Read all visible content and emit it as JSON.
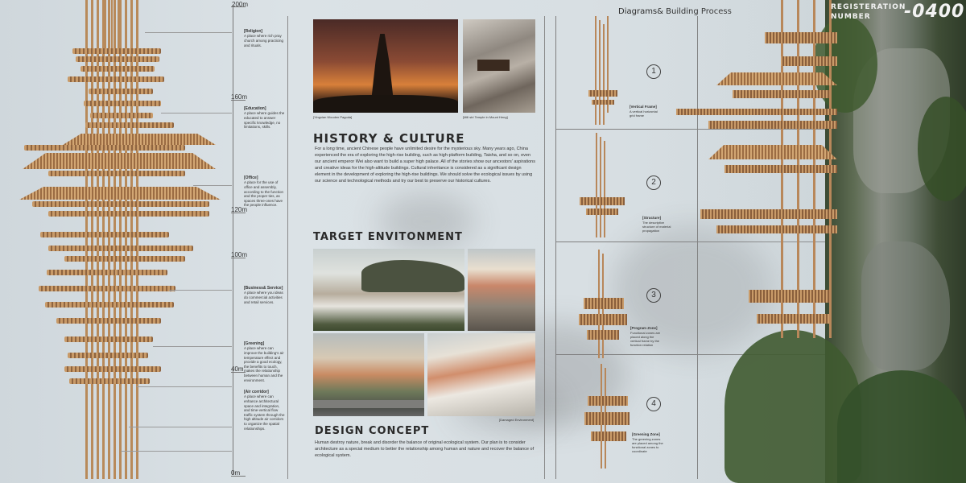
{
  "header": {
    "diagrams_title": "Diagrams& Building Process",
    "registration_label_1": "REGISTERATION",
    "registration_label_2": "NUMBER",
    "registration_number": "-0400"
  },
  "scale": {
    "ticks": [
      "200m",
      "160m",
      "120m",
      "100m",
      "40m",
      "0m"
    ]
  },
  "annotations": [
    {
      "title": "[Religion]",
      "body": "A place where rich pray church among practicing and rituals."
    },
    {
      "title": "[Education]",
      "body": "A place where guides the educated to answer specific knowledge, no limitations, skills."
    },
    {
      "title": "[Office]",
      "body": "A place for the use of office and assembly, according to the function and the proper ties, as spaces three-ones have the people influence."
    },
    {
      "title": "[Business& Service]",
      "body": "A place where you ideas do commercial activities and retail services."
    },
    {
      "title": "[Greening]",
      "body": "A place where can improve the building's air temperature effect and provide a good ecology, the benefits to touch, makes the relationship between human and the environment."
    },
    {
      "title": "[Air corridor]",
      "body": "A place where can enhance architectural space and integration, and time-vertical flow traffic system through the high altitude air corridors to organize the spatial relationships."
    }
  ],
  "history": {
    "heading": "HISTORY & CULTURE",
    "caption_1": "[Yingxian Wooden Pagoda]",
    "caption_2": "[Mill stri Temple in Mount Heng]",
    "body": "For a long time, ancient Chinese people have unlimited desire for the mysterious sky. Many years ago, China experienced the era of exploring the high-rise building, such as high-platform building, Taisha, and so on, even our ancient emperor Wei also want to build a super high palace. All of the stories show our ancestors' aspirations and creative ideas for the high-altitude buildings. Cultural inheritance is considered as a significant design element in the development of exploring the high-rise buildings. We should solve the ecological issues by using our science and technological methods and try our best to preserve our historical cultures."
  },
  "target": {
    "heading": "TARGET ENVITONMENT",
    "caption": "[Damaged Environment]"
  },
  "concept": {
    "heading": "DESIGN CONCEPT",
    "body": "Human destroy nature, break and disorder the balance of original ecological system. Our plan is to consider architecture as a special medium to better the relationship among human and nature and recover the balance of ecological system."
  },
  "steps": [
    {
      "number": "1",
      "title": "[Vertical Frame]",
      "body": "A vertical horizontal grid frame"
    },
    {
      "number": "2",
      "title": "[Structure]",
      "body": "The descriptive structure of material propagation"
    },
    {
      "number": "3",
      "title": "[Program Zone]",
      "body": "Functional zones are placed along the vertical frame by the function relation"
    },
    {
      "number": "4",
      "title": "[Greening Zone]",
      "body": "The greening zones are placed among the functional zones to coordinate"
    }
  ],
  "colors": {
    "wood": "#b88a5a",
    "wood_dark": "#8e6440",
    "background": "#d6dde2",
    "text": "#2c2c2c"
  }
}
